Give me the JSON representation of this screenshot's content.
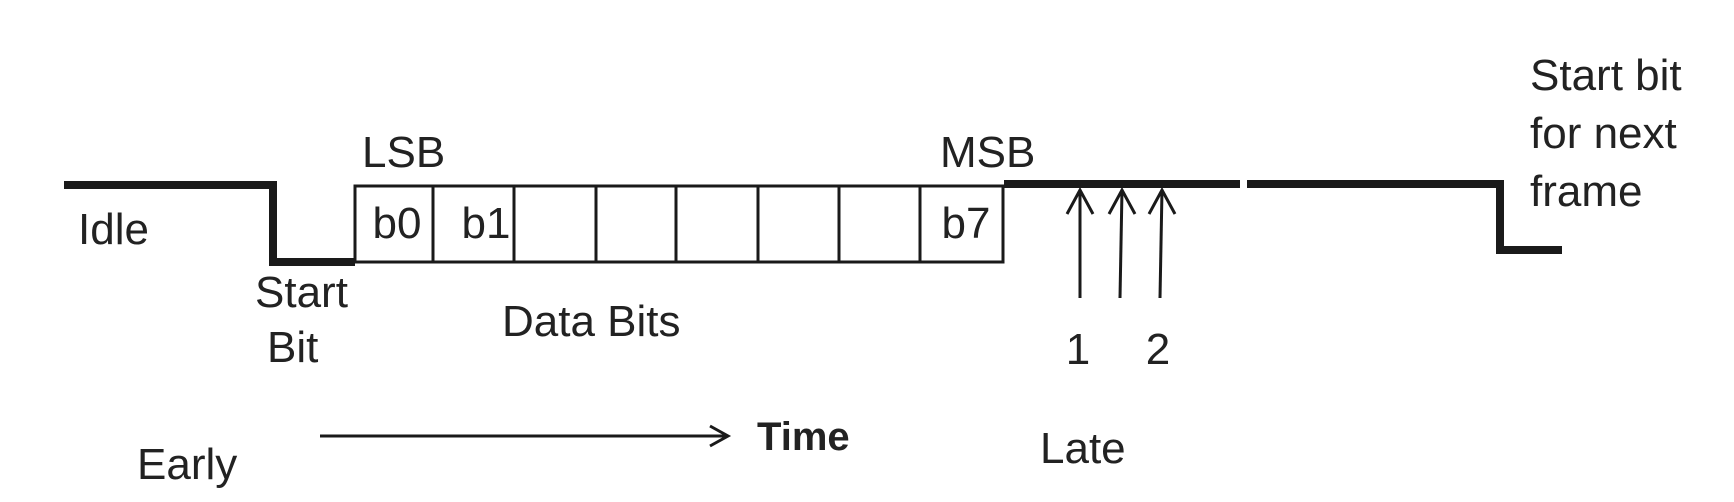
{
  "labels": {
    "idle": "Idle",
    "start_bit": [
      "Start",
      "Bit"
    ],
    "lsb": "LSB",
    "msb": "MSB",
    "data_bits": "Data Bits",
    "early": "Early",
    "time": "Time",
    "late": "Late",
    "next_frame": [
      "Start bit",
      "for next",
      "frame"
    ]
  },
  "bit_cells": [
    "b0",
    "b1",
    "",
    "",
    "",
    "",
    "",
    "b7"
  ],
  "stop_markers": [
    "1",
    "2"
  ]
}
